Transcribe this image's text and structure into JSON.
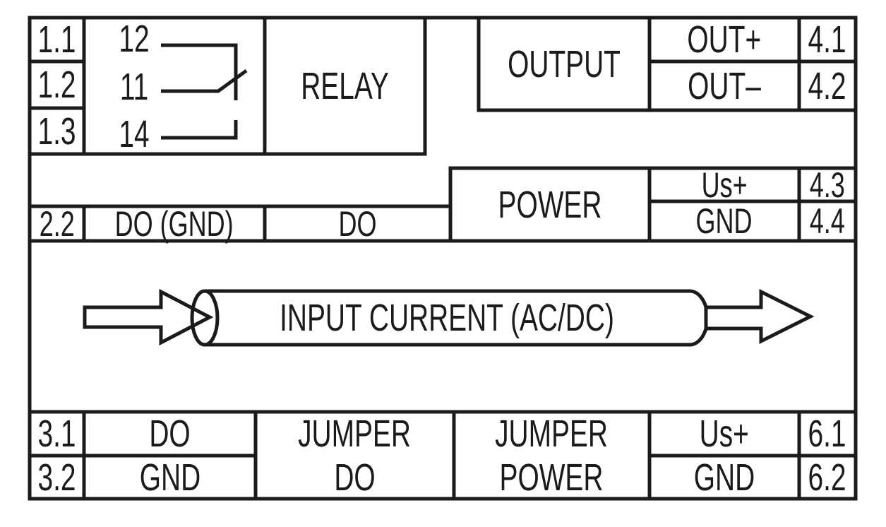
{
  "colors": {
    "line": "#1b1b1b",
    "background": "#ffffff",
    "text": "#1b1b1b"
  },
  "terminals": {
    "t1_1": "1.1",
    "t1_2": "1.2",
    "t1_3": "1.3",
    "t2_2": "2.2",
    "t3_1": "3.1",
    "t3_2": "3.2",
    "t4_1": "4.1",
    "t4_2": "4.2",
    "t4_3": "4.3",
    "t4_4": "4.4",
    "t6_1": "6.1",
    "t6_2": "6.2"
  },
  "relay": {
    "label": "RELAY",
    "contact_nc": "12",
    "contact_com": "11",
    "contact_no": "14"
  },
  "output": {
    "label": "OUTPUT",
    "out_plus": "OUT+",
    "out_minus": "OUT–"
  },
  "power": {
    "label": "POWER",
    "us_plus": "Us+",
    "gnd": "GND"
  },
  "do_row": {
    "do_gnd": "DO (GND)",
    "do": "DO"
  },
  "input": {
    "label": "INPUT CURRENT (AC/DC)"
  },
  "bottom": {
    "do": "DO",
    "gnd": "GND",
    "jumper_do": {
      "line1": "JUMPER",
      "line2": "DO"
    },
    "jumper_power": {
      "line1": "JUMPER",
      "line2": "POWER"
    },
    "us_plus": "Us+",
    "gnd_right": "GND"
  }
}
